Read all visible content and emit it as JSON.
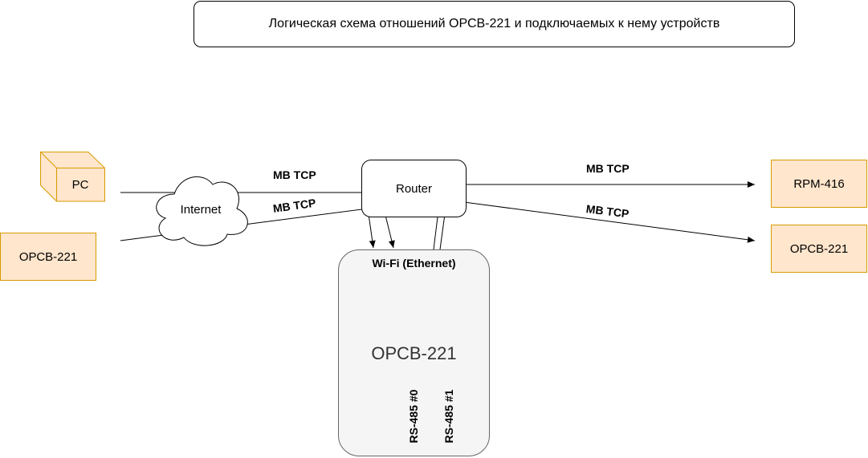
{
  "title": "Логическая схема отношений ОРСВ-221 и подключаемых к нему устройств",
  "nodes": {
    "pc": "PC",
    "orcb_left": "ОРСВ-221",
    "internet": "Internet",
    "router": "Router",
    "rpm": "RPM-416",
    "orcb_right": "ОРСВ-221",
    "device_title": "ОРСВ-221",
    "device_port": "Wi-Fi (Ethernet)",
    "rs485_0": "RS-485 #0",
    "rs485_1": "RS-485 #1"
  },
  "edge_labels": {
    "pc_link": "MB TCP",
    "orcb_link": "MB TCP",
    "rpm_link": "MB TCP",
    "orcb_right_link": "MB TCP"
  },
  "colors": {
    "node_fill": "#ffe6cc",
    "node_stroke": "#d79b00",
    "device_fill": "#f5f5f5",
    "device_stroke": "#666666"
  }
}
